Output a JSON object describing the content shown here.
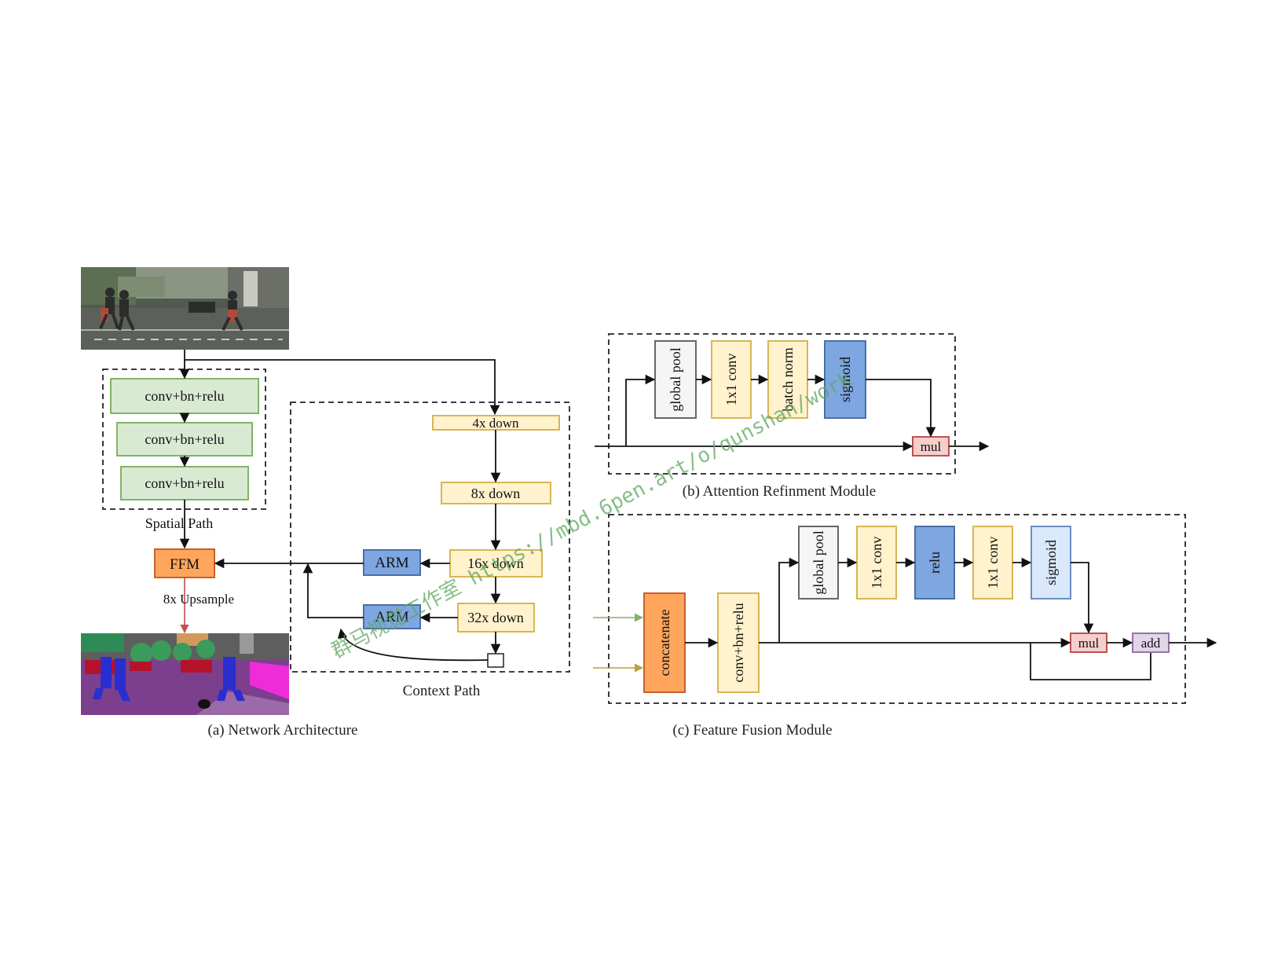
{
  "spatial_path": {
    "blocks": [
      "conv+bn+relu",
      "conv+bn+relu",
      "conv+bn+relu"
    ],
    "label": "Spatial  Path"
  },
  "ffm": {
    "label": "FFM",
    "upsample_label": "8x Upsample"
  },
  "context_path": {
    "blocks": [
      "4x down",
      "8x down",
      "16x down",
      "32x down"
    ],
    "arm": [
      "ARM",
      "ARM"
    ],
    "label": "Context Path"
  },
  "captions": {
    "a": "(a) Network Architecture",
    "b": "(b) Attention Refinment Module",
    "c": "(c) Feature Fusion Module"
  },
  "arm_module": {
    "blocks": [
      "global pool",
      "1x1 conv",
      "batch norm",
      "sigmoid"
    ],
    "mul": "mul"
  },
  "ffm_module": {
    "concat": "concatenate",
    "cbr": "conv+bn+relu",
    "blocks": [
      "global pool",
      "1x1 conv",
      "relu",
      "1x1 conv",
      "sigmoid"
    ],
    "mul": "mul",
    "add": "add"
  },
  "watermark": "群马视觉工作室 https://mbd.6pen.art/o/qunshan/work",
  "colors": {
    "green_fill": "#d9ead3",
    "green_stroke": "#82b366",
    "yellow_fill": "#fff2cc",
    "yellow_stroke": "#d6b656",
    "blue_fill": "#7ea6e0",
    "blue_stroke": "#4a6fa5",
    "lightblue_fill": "#dae8fc",
    "lightblue_stroke": "#6c8ebf",
    "orange_fill": "#ffa65c",
    "orange_stroke": "#c6602a",
    "red_fill": "#f8cecc",
    "red_stroke": "#b85450",
    "purple_fill": "#e1d5e7",
    "purple_stroke": "#9673a6"
  }
}
